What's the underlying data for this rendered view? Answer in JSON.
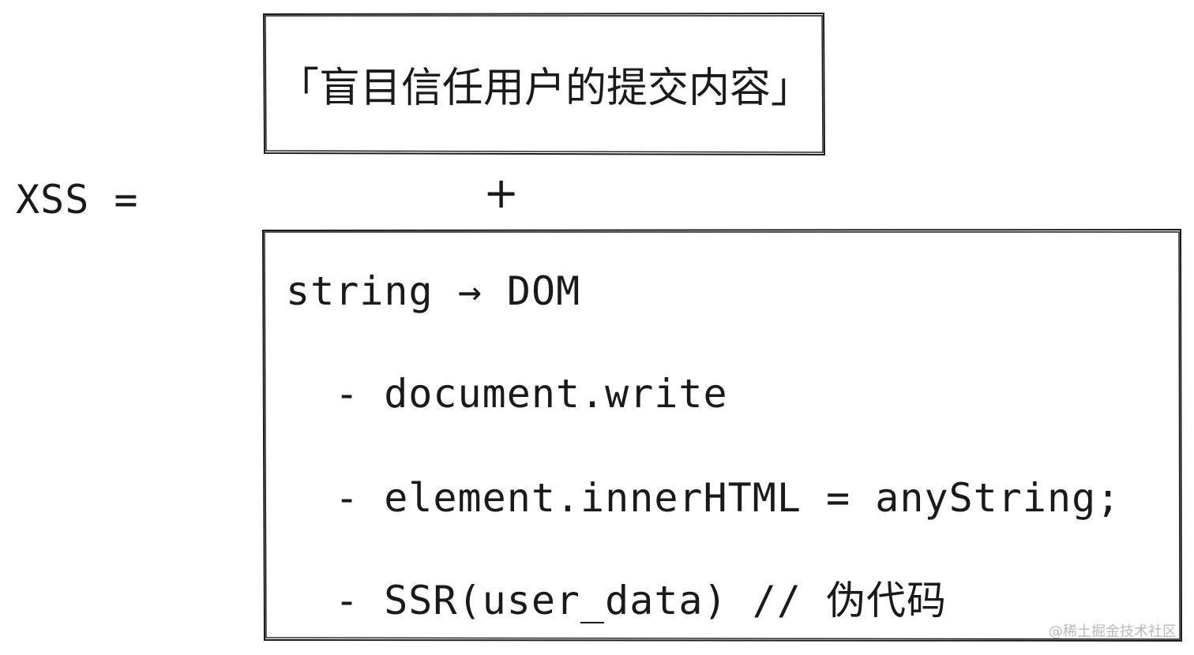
{
  "formula": {
    "lhs": "XSS =",
    "operator": "+"
  },
  "top_box": {
    "text": "「盲目信任用户的提交内容」"
  },
  "bottom_box": {
    "lines": [
      "string → DOM",
      "- document.write",
      "- element.innerHTML = anyString;",
      "- SSR(user_data) // 伪代码"
    ]
  },
  "watermark": "@稀土掘金技术社区",
  "colors": {
    "ink": "#1a1a1a",
    "background": "#ffffff",
    "watermark": "#b9b9b9"
  }
}
